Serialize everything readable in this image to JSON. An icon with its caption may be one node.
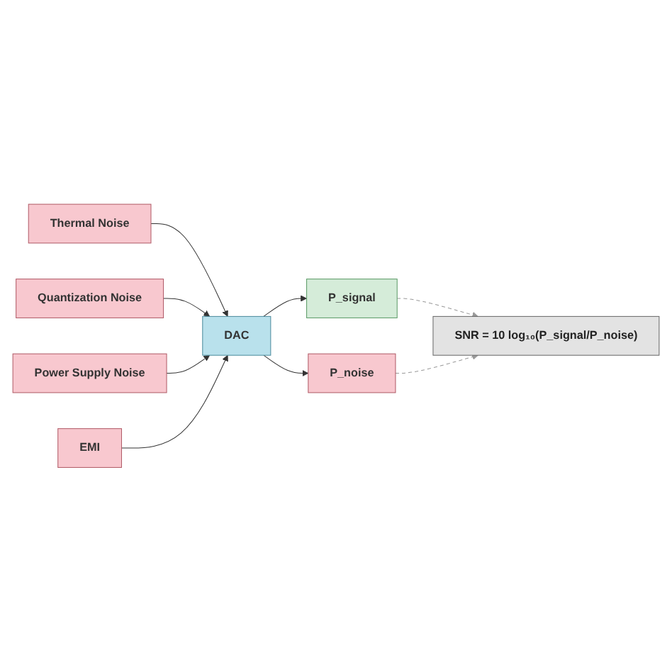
{
  "diagram": {
    "nodes": [
      {
        "text": [
          "Thermal Noise"
        ]
      },
      {
        "text": [
          "Quantization Noise"
        ]
      },
      {
        "text": [
          "Power Supply Noise"
        ]
      },
      {
        "text": [
          "EMI"
        ]
      },
      {
        "text": [
          "DAC"
        ]
      },
      {
        "text": [
          "P_signal"
        ]
      },
      {
        "text": [
          "P_noise"
        ]
      },
      {
        "text": [
          "SNR = 10 log₁₀(P_signal/P_noise)"
        ]
      }
    ],
    "edges": [
      {
        "from": 0,
        "to": 4,
        "arrow": "to"
      },
      {
        "from": 1,
        "to": 4,
        "arrow": "to"
      },
      {
        "from": 2,
        "to": 4,
        "arrow": "to"
      },
      {
        "from": 3,
        "to": 4,
        "arrow": "to"
      },
      {
        "from": 4,
        "to": 5,
        "arrow": "to"
      },
      {
        "from": 4,
        "to": 6,
        "arrow": "to"
      },
      {
        "from": 5,
        "to": 7,
        "arrow": "to",
        "style": "dashed",
        "color": "#999999"
      },
      {
        "from": 6,
        "to": 7,
        "arrow": "to",
        "style": "dashed",
        "color": "#999999"
      }
    ]
  }
}
